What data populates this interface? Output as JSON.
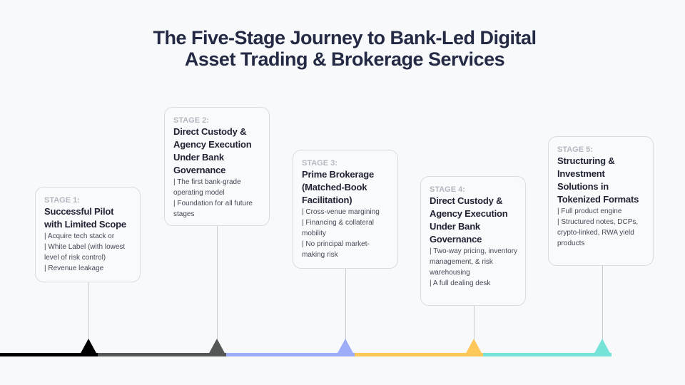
{
  "title": "The Five-Stage Journey to Bank-Led Digital Asset Trading & Brokerage Services",
  "stages": [
    {
      "label": "STAGE 1:",
      "heading": "Successful Pilot with Limited Scope",
      "bullets": [
        "| Acquire tech stack or",
        "| White Label (with lowest level of risk control)",
        "| Revenue leakage"
      ],
      "color": "#000000"
    },
    {
      "label": "STAGE 2:",
      "heading": "Direct Custody & Agency Execution Under Bank Governance",
      "bullets": [
        "| The first bank-grade operating model",
        "| Foundation for all future stages"
      ],
      "color": "#555756"
    },
    {
      "label": "STAGE 3:",
      "heading": "Prime Brokerage (Matched-Book Facilitation)",
      "bullets": [
        "| Cross-venue margining",
        "| Financing & collateral mobility",
        "| No principal market-making risk"
      ],
      "color": "#9dadf7"
    },
    {
      "label": "STAGE 4:",
      "heading": "Direct Custody & Agency Execution Under Bank Governance",
      "bullets": [
        "| Two-way pricing, inventory management, & risk warehousing",
        "| A full dealing desk"
      ],
      "color": "#fdc859"
    },
    {
      "label": "STAGE 5:",
      "heading": "Structuring & Investment Solutions in Tokenized Formats",
      "bullets": [
        "| Full product engine",
        "| Structured notes, DCPs, crypto-linked, RWA yield products"
      ],
      "color": "#76e3d8"
    }
  ]
}
